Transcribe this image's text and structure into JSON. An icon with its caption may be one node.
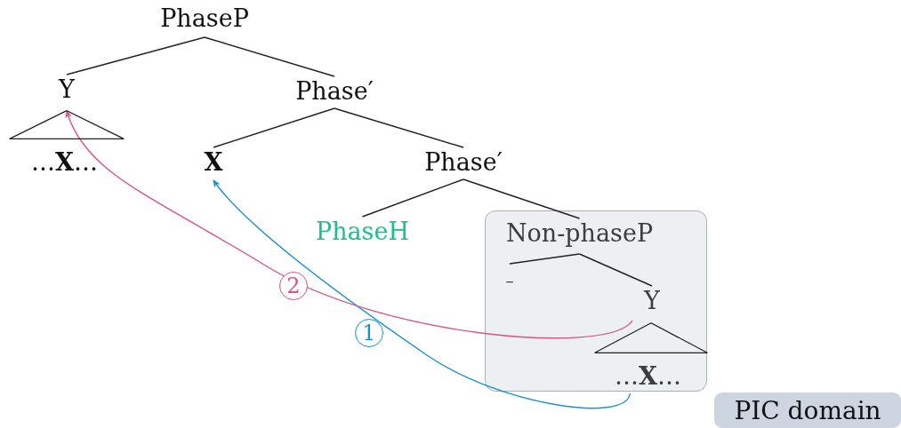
{
  "diagram": {
    "nodes": [
      {
        "text": [
          "PhaseP"
        ]
      },
      {
        "text": [
          "Y"
        ]
      },
      {
        "text": [
          "Phase′"
        ]
      },
      {
        "text": [
          "…**X**…"
        ]
      },
      {
        "text": [
          "X"
        ]
      },
      {
        "text": [
          "Phase′"
        ]
      },
      {
        "text": [
          "PhaseH"
        ]
      },
      {
        "text": [],
        "shape": "box"
      },
      {
        "text": [
          "Non-phaseP"
        ],
        "in": 7
      },
      {
        "text": [
          "–"
        ],
        "in": 7
      },
      {
        "text": [
          "Y"
        ],
        "in": 7
      },
      {
        "text": [
          "…**X**…"
        ],
        "in": 7
      },
      {
        "text": [
          "PIC domain"
        ]
      },
      {
        "text": [],
        "shape": "triangle"
      },
      {
        "text": [],
        "shape": "triangle",
        "in": 7
      }
    ],
    "edges": [
      {
        "from": 0,
        "to": 1,
        "arrow": "none"
      },
      {
        "from": 0,
        "to": 2,
        "arrow": "none"
      },
      {
        "from": 2,
        "to": 4,
        "arrow": "none"
      },
      {
        "from": 2,
        "to": 5,
        "arrow": "none"
      },
      {
        "from": 5,
        "to": 6,
        "arrow": "none"
      },
      {
        "from": 5,
        "to": 8,
        "arrow": "none"
      },
      {
        "from": 8,
        "to": 9,
        "arrow": "none"
      },
      {
        "from": 8,
        "to": 10,
        "arrow": "none"
      },
      {
        "from": 11,
        "to": 4,
        "arrow": "to",
        "label": "1",
        "color": "#1a8fd0"
      },
      {
        "from": 10,
        "to": 13,
        "arrow": "to",
        "label": "2",
        "color": "#d9567f"
      }
    ]
  }
}
